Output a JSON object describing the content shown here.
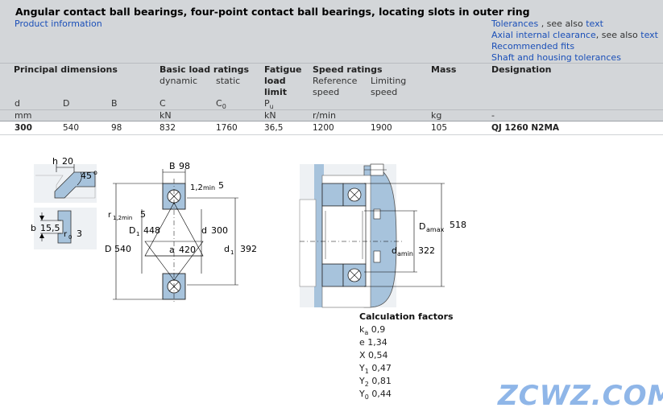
{
  "header": {
    "title": "Angular contact ball bearings, four-point contact ball bearings, locating slots in outer ring",
    "product_info": "Product information"
  },
  "links": {
    "tolerances": "Tolerances",
    "see_also": ", see also",
    "text": "text",
    "axial_clearance": "Axial internal clearance",
    "recommended_fits": "Recommended fits",
    "shaft_housing": "Shaft and housing tolerances"
  },
  "table": {
    "groups": {
      "principal": "Principal dimensions",
      "basic_load": "Basic load ratings",
      "fatigue": "Fatigue",
      "fatigue2": "load",
      "fatigue3": "limit",
      "speed": "Speed ratings",
      "mass": "Mass",
      "designation": "Designation"
    },
    "sub": {
      "dynamic": "dynamic",
      "static": "static",
      "reference": "Reference",
      "reference2": "speed",
      "limiting": "Limiting",
      "limiting2": "speed"
    },
    "symbols": {
      "d": "d",
      "D": "D",
      "B": "B",
      "C": "C",
      "C0": "C",
      "C0_sub": "0",
      "Pu": "P",
      "Pu_sub": "u"
    },
    "units": {
      "mm": "mm",
      "kN1": "kN",
      "kN2": "kN",
      "rmin": "r/min",
      "kg": "kg",
      "dash": "-"
    },
    "row": {
      "d": "300",
      "D": "540",
      "B": "98",
      "C": "832",
      "C0": "1760",
      "Pu": "36,5",
      "ref_speed": "1200",
      "lim_speed": "1900",
      "mass": "105",
      "designation": "QJ 1260 N2MA"
    }
  },
  "drawing": {
    "h": "h",
    "h_val": "20",
    "angle": "45",
    "deg": "o",
    "b": "b",
    "b_val": "15,5",
    "r0": "r",
    "r0_sub": "0",
    "r0_val": "3",
    "B": "B",
    "B_val": "98",
    "r12": "1,2",
    "r12_sub": "min",
    "r12_val": "5",
    "r12b": "r",
    "r12b_sub": "1,2min",
    "r12b_val": "5",
    "D1": "D",
    "D1_sub": "1",
    "D1_val": "448",
    "dlabel": "d",
    "d_val": "300",
    "D": "D",
    "D_val": "540",
    "a": "a",
    "a_val": "420",
    "d1": "d",
    "d1_sub": "1",
    "d1_val": "392",
    "Damax": "D",
    "Damax_sub": "amax",
    "Damax_val": "518",
    "damin": "d",
    "damin_sub": "amin",
    "damin_val": "322"
  },
  "calc": {
    "title": "Calculation factors",
    "rows": [
      {
        "sym": "k",
        "sub": "a",
        "val": "0,9"
      },
      {
        "sym": "e",
        "sub": "",
        "val": "1,34"
      },
      {
        "sym": "X",
        "sub": "",
        "val": "0,54"
      },
      {
        "sym": "Y",
        "sub": "1",
        "val": "0,47"
      },
      {
        "sym": "Y",
        "sub": "2",
        "val": "0,81"
      },
      {
        "sym": "Y",
        "sub": "0",
        "val": "0,44"
      }
    ]
  },
  "watermark": "ZCWZ.COM",
  "colors": {
    "header_bg": "#d3d6d9",
    "link": "#1a4fb8",
    "bearing_blue": "#a7c3dc",
    "watermark": "#8fb6e8"
  }
}
